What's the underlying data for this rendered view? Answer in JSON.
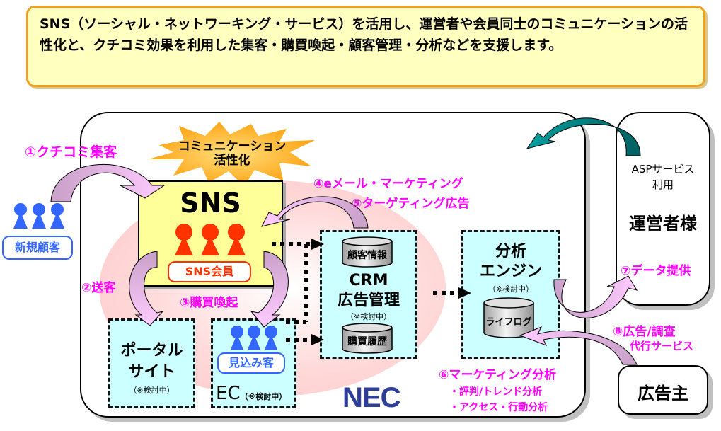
{
  "header": {
    "text": "SNS（ソーシャル・ネットワーキング・サービス）を活用し、運営者や会員同士のコミュニケーションの活性化と、クチコミ効果を利用した集客・購買喚起・顧客管理・分析などを支援します。"
  },
  "burst": {
    "line1": "コミュニケーション",
    "line2": "活性化"
  },
  "new_customers": {
    "label": "新規顧客"
  },
  "sns": {
    "title": "SNS",
    "members_label": "SNS会員"
  },
  "portal": {
    "line1": "ポータル",
    "line2": "サイト",
    "note": "（※検討中）"
  },
  "ec": {
    "prospects_label": "見込み客",
    "title": "EC",
    "note": "（※検討中）"
  },
  "crm": {
    "db_top": "顧客情報",
    "line1": "CRM",
    "line2": "広告管理",
    "note": "（※検討中）",
    "db_bottom": "購買履歴"
  },
  "analysis": {
    "line1": "分析",
    "line2": "エンジン",
    "note": "（※検討中）",
    "db": "ライフログ"
  },
  "operator": {
    "asp_line1": "ASPサービス",
    "asp_line2": "利用",
    "title": "運営者様"
  },
  "advertiser": {
    "title": "広告主"
  },
  "steps": {
    "s1": "①クチコミ集客",
    "s2": "②送客",
    "s3": "③購買喚起",
    "s4": "④eメール・マーケティング",
    "s5": "⑤ターゲティング広告",
    "s6": "⑥マーケティング分析",
    "s6_sub1": "・評判/トレンド分析",
    "s6_sub2": "・アクセス・行動分析",
    "s7": "⑦データ提供",
    "s8_line1": "⑧広告/調査",
    "s8_line2": "代行サービス"
  },
  "logo": {
    "text": "NEC"
  },
  "colors": {
    "step_text": "#ff00ff",
    "header_bg": "#ffffc0",
    "header_border": "#f0a020",
    "sns_bg": "#ffff99",
    "dashed_box_bg": "#ccffff",
    "member_icon": "#ff3300",
    "customer_icon": "#3366ff",
    "arrow_fill": "#c8a0c8",
    "arrow_light": "#ffccff",
    "teal_arrow": "#008080",
    "nec_blue": "#2e3d98"
  }
}
